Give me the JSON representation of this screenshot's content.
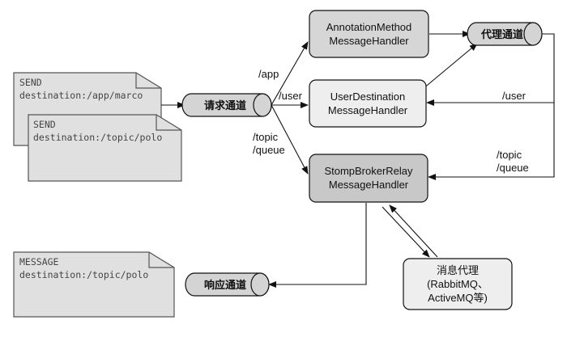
{
  "messages": {
    "send_app": {
      "line1": "SEND",
      "line2": "destination:/app/marco"
    },
    "send_topic": {
      "line1": "SEND",
      "line2": "destination:/topic/polo"
    },
    "message_out": {
      "line1": "MESSAGE",
      "line2": "destination:/topic/polo"
    }
  },
  "channels": {
    "request": "请求通道",
    "broker": "代理通道",
    "response": "响应通道"
  },
  "handlers": {
    "annotation": {
      "line1": "AnnotationMethod",
      "line2": "MessageHandler"
    },
    "user_destination": {
      "line1": "UserDestination",
      "line2": "MessageHandler"
    },
    "stomp_relay": {
      "line1": "StompBrokerRelay",
      "line2": "MessageHandler"
    }
  },
  "broker": {
    "line1": "消息代理",
    "line2": "(RabbitMQ、",
    "line3": "ActiveMQ等)"
  },
  "edge_labels": {
    "app": "/app",
    "user_left": "/user",
    "topic_left": "/topic",
    "queue_left": "/queue",
    "user_right": "/user",
    "topic_right": "/topic",
    "queue_right": "/queue"
  },
  "colors": {
    "doc_fill": "#e0e0e0",
    "handler_fill": "#d6d6d6",
    "handler_light_fill": "#eeeeee",
    "stomp_fill": "#c8c8c8",
    "channel_fill": "#d4d4d4",
    "stroke": "#111111"
  }
}
